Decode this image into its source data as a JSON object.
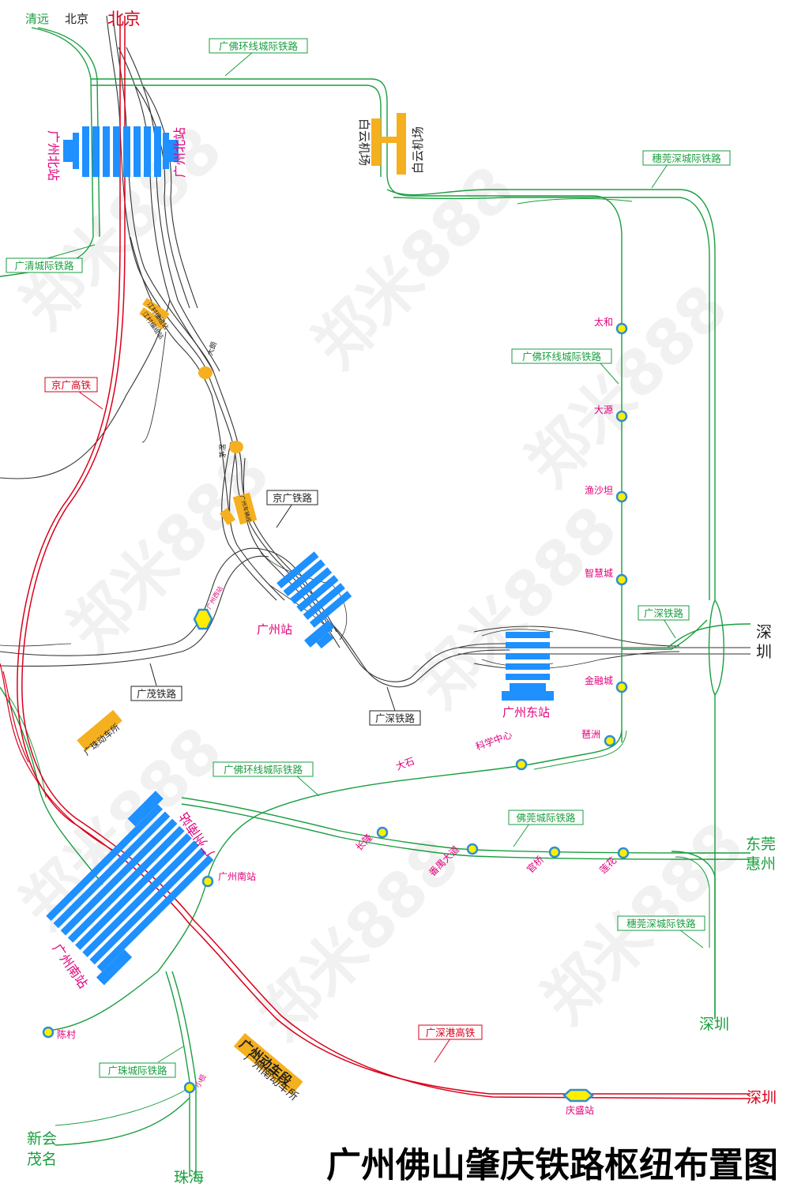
{
  "title": "广州佛山肇庆铁路枢纽布置图",
  "watermark": "郑米888",
  "colors": {
    "high_speed": "#d9001b",
    "intercity": "#1a9e3f",
    "conventional": "#222222",
    "station_blue": "#1e90ff",
    "station_label": "#e0007a",
    "depot": "#f5b020",
    "stop_fill": "#ffee00",
    "stop_ring": "#2b8fd6"
  },
  "line_labels": {
    "gfh_top": "广佛环线城际铁路",
    "sgs_top": "穗莞深城际铁路",
    "gq": "广清城际铁路",
    "jg_hsr": "京广高铁",
    "jg_rail": "京广铁路",
    "gfh_mid": "广佛环线城际铁路",
    "gs_rail": "广深铁路",
    "gm_rail": "广茂铁路",
    "gs_railway": "广深铁路",
    "gfh_low": "广佛环线城际铁路",
    "fg": "佛莞城际铁路",
    "sgs_low": "穗莞深城际铁路",
    "gsg_hsr": "广深港高铁",
    "gz_ic": "广珠城际铁路"
  },
  "directions": {
    "qingyuan": "清远",
    "beijing_small": "北京",
    "beijing_red": "北京",
    "shenzhen_right_a": "深",
    "shenzhen_right_b": "圳",
    "dongguan": "东莞",
    "huizhou": "惠州",
    "shenzhen_green": "深圳",
    "shenzhen_red": "深圳",
    "xinhui": "新会",
    "maoming": "茂名",
    "zhuhai": "珠海"
  },
  "stations": {
    "gz_north_a": "广州北站",
    "gz_north_b": "广州北站",
    "baiyun_a": "白云机场",
    "baiyun_b": "白云机场",
    "gz_station": "广州站",
    "gz_east": "广州东站",
    "gz_south_a": "广州南站",
    "gz_south_b": "广州南站",
    "gz_south_stop": "广州南站",
    "gz_west": "广州西站",
    "qingsheng": "庆盛站"
  },
  "stops": {
    "taihe": "太和",
    "dayuan": "大源",
    "yushatan": "渔沙坦",
    "zhihuicheng": "智慧城",
    "jinrongcheng": "金融城",
    "qizhou": "琶洲",
    "kexuezhongxin": "科学中心",
    "dashi": "大石",
    "changlong": "长隆",
    "panyudadao": "番禺大道",
    "guanqiao": "官桥",
    "lianhua": "莲花",
    "chencun": "陈村",
    "xiaolan": "小榄"
  },
  "depots": {
    "jiangcun_a": "江村编组站",
    "jiangcun_b": "江村编组站",
    "dalang": "大朗",
    "maohe": "茅滘",
    "guangzhou_depot": "广州车辆段",
    "guangzhu_depot": "广珠动车所",
    "gz_emu": "广州动车段",
    "gz_south_emu": "广州南动车所"
  }
}
